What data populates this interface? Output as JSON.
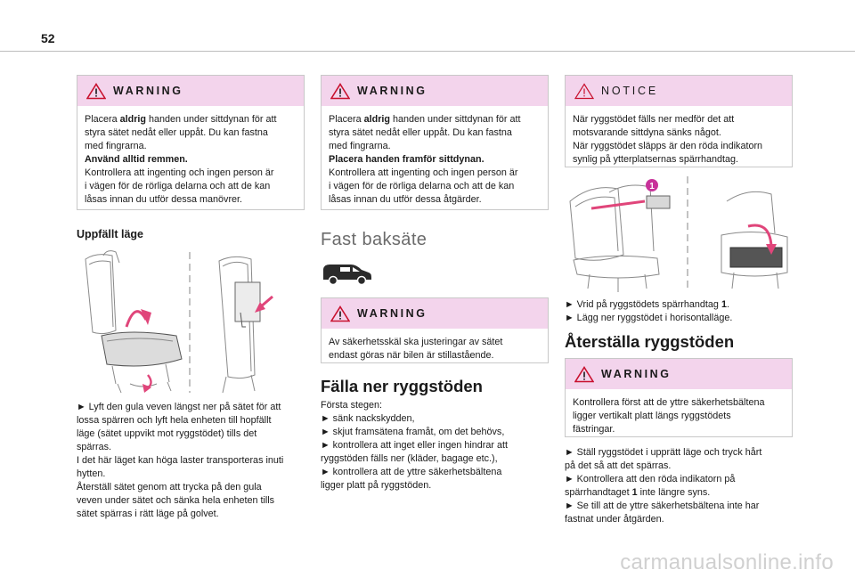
{
  "page": {
    "number": "52",
    "watermark": "carmanualsonline.info"
  },
  "col1": {
    "warning": {
      "title": "WARNING",
      "l1a": "Placera ",
      "l1b": "aldrig",
      "l1c": " handen under sittdynan för att",
      "l2": "styra sätet nedåt eller uppåt. Du kan fastna",
      "l3": "med fingrarna.",
      "l4": "Använd alltid remmen.",
      "l5": "Kontrollera att ingenting och ingen person är",
      "l6": "i vägen för de rörliga delarna och att de kan",
      "l7": "låsas innan du utför dessa manövrer."
    },
    "heading": "Uppfällt läge",
    "text": [
      "► Lyft den gula veven längst ner på sätet för att",
      "lossa spärren och lyft hela enheten till hopfällt",
      "läge (sätet uppvikt mot ryggstödet) tills det",
      "spärras.",
      "I det här läget kan höga laster transporteras inuti",
      "hytten.",
      "Återställ sätet genom att trycka på den gula",
      "veven under sätet och sänka hela enheten tills",
      "sätet spärras i rätt läge på golvet."
    ]
  },
  "col2": {
    "warning1": {
      "title": "WARNING",
      "l1a": "Placera ",
      "l1b": "aldrig",
      "l1c": " handen under sittdynan för att",
      "l2": "styra sätet nedåt eller uppåt. Du kan fastna",
      "l3": "med fingrarna.",
      "l4": "Placera handen framför sittdynan.",
      "l5": "Kontrollera att ingenting och ingen person är",
      "l6": "i vägen för de rörliga delarna och att de kan",
      "l7": "låsas innan du utför dessa åtgärder."
    },
    "section_title": "Fast baksäte",
    "warning2": {
      "title": "WARNING",
      "l1": "Av säkerhetsskäl ska justeringar av sätet",
      "l2": "endast göras när bilen är stillastående."
    },
    "heading": "Fälla ner ryggstöden",
    "text": [
      "Första stegen:",
      "► sänk nackskydden,",
      "► skjut framsätena framåt, om det behövs,",
      "► kontrollera att inget eller ingen hindrar att",
      "ryggstöden fälls ner (kläder, bagage etc.),",
      "► kontrollera att de yttre säkerhetsbältena",
      "ligger platt på ryggstöden."
    ]
  },
  "col3": {
    "notice": {
      "title": "NOTICE",
      "l1": "När ryggstödet fälls ner medför det att",
      "l2": "motsvarande sittdyna sänks något.",
      "l3": "När ryggstödet släpps är den röda indikatorn",
      "l4": "synlig på ytterplatsernas spärrhandtag."
    },
    "callout": "1",
    "text1a": "► Vrid på ryggstödets spärrhandtag ",
    "text1b": "1",
    "text1c": ".",
    "text2": "► Lägg ner ryggstödet i horisontalläge.",
    "heading": "Återställa ryggstöden",
    "warning": {
      "title": "WARNING",
      "l1": "Kontrollera först att de yttre säkerhetsbältena",
      "l2": "ligger vertikalt platt längs ryggstödets",
      "l3": "fästringar."
    },
    "text3": "► Ställ ryggstödet i upprätt läge och tryck hårt",
    "text4": "på det så att det spärras.",
    "text5": "► Kontrollera att den röda indikatorn på",
    "text6a": "spärrhandtaget ",
    "text6b": "1",
    "text6c": " inte längre syns.",
    "text7": "► Se till att de yttre säkerhetsbältena inte har",
    "text8": "fastnat under åtgärden."
  },
  "colors": {
    "accent_pink": "#f3d4ec",
    "arrow_pink": "#e0457a",
    "callout_magenta": "#c8329a"
  },
  "icons": [
    "warning-triangle-icon",
    "notice-triangle-icon",
    "van-icon"
  ]
}
